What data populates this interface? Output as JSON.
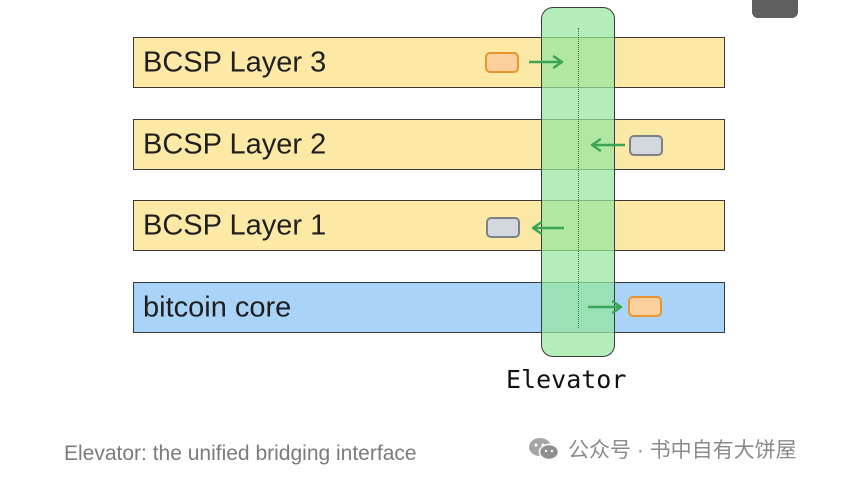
{
  "layers": [
    {
      "label": "BCSP Layer 3"
    },
    {
      "label": "BCSP Layer 2"
    },
    {
      "label": "BCSP Layer 1"
    },
    {
      "label": "bitcoin core"
    }
  ],
  "elevator": {
    "label": "Elevator"
  },
  "caption": "Elevator: the unified bridging interface",
  "watermark": {
    "text": "公众号 · 书中自有大饼屋",
    "icon": "wechat-icon"
  },
  "colors": {
    "bcsp_layer": "#fce9a6",
    "core_layer": "#a9d3f7",
    "elevator": "#96e6a0",
    "arrow": "#3aa655",
    "token_orange": "#fbd09d",
    "token_grey": "#d3d7de"
  }
}
